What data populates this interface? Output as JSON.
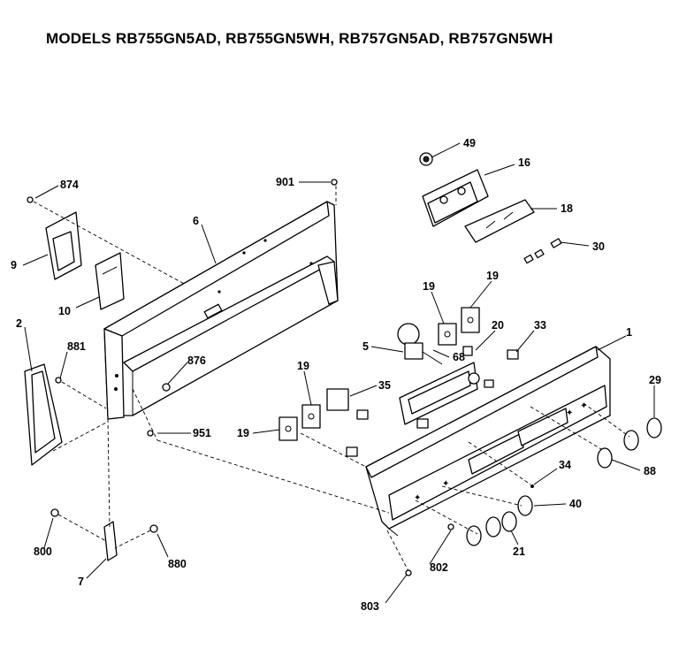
{
  "title": "MODELS RB755GN5AD, RB755GN5WH, RB757GN5AD, RB757GN5WH",
  "callouts": {
    "c49": "49",
    "c16": "16",
    "c18": "18",
    "c30": "30",
    "c874": "874",
    "c901": "901",
    "c6": "6",
    "c9": "9",
    "c10": "10",
    "c19a": "19",
    "c19b": "19",
    "c19c": "19",
    "c19d": "19",
    "c2": "2",
    "c881": "881",
    "c5": "5",
    "c68": "68",
    "c20": "20",
    "c33": "33",
    "c1": "1",
    "c876": "876",
    "c35": "35",
    "c29": "29",
    "c951": "951",
    "c88": "88",
    "c34": "34",
    "c40": "40",
    "c800": "800",
    "c880": "880",
    "c7": "7",
    "c802": "802",
    "c21": "21",
    "c803": "803"
  }
}
